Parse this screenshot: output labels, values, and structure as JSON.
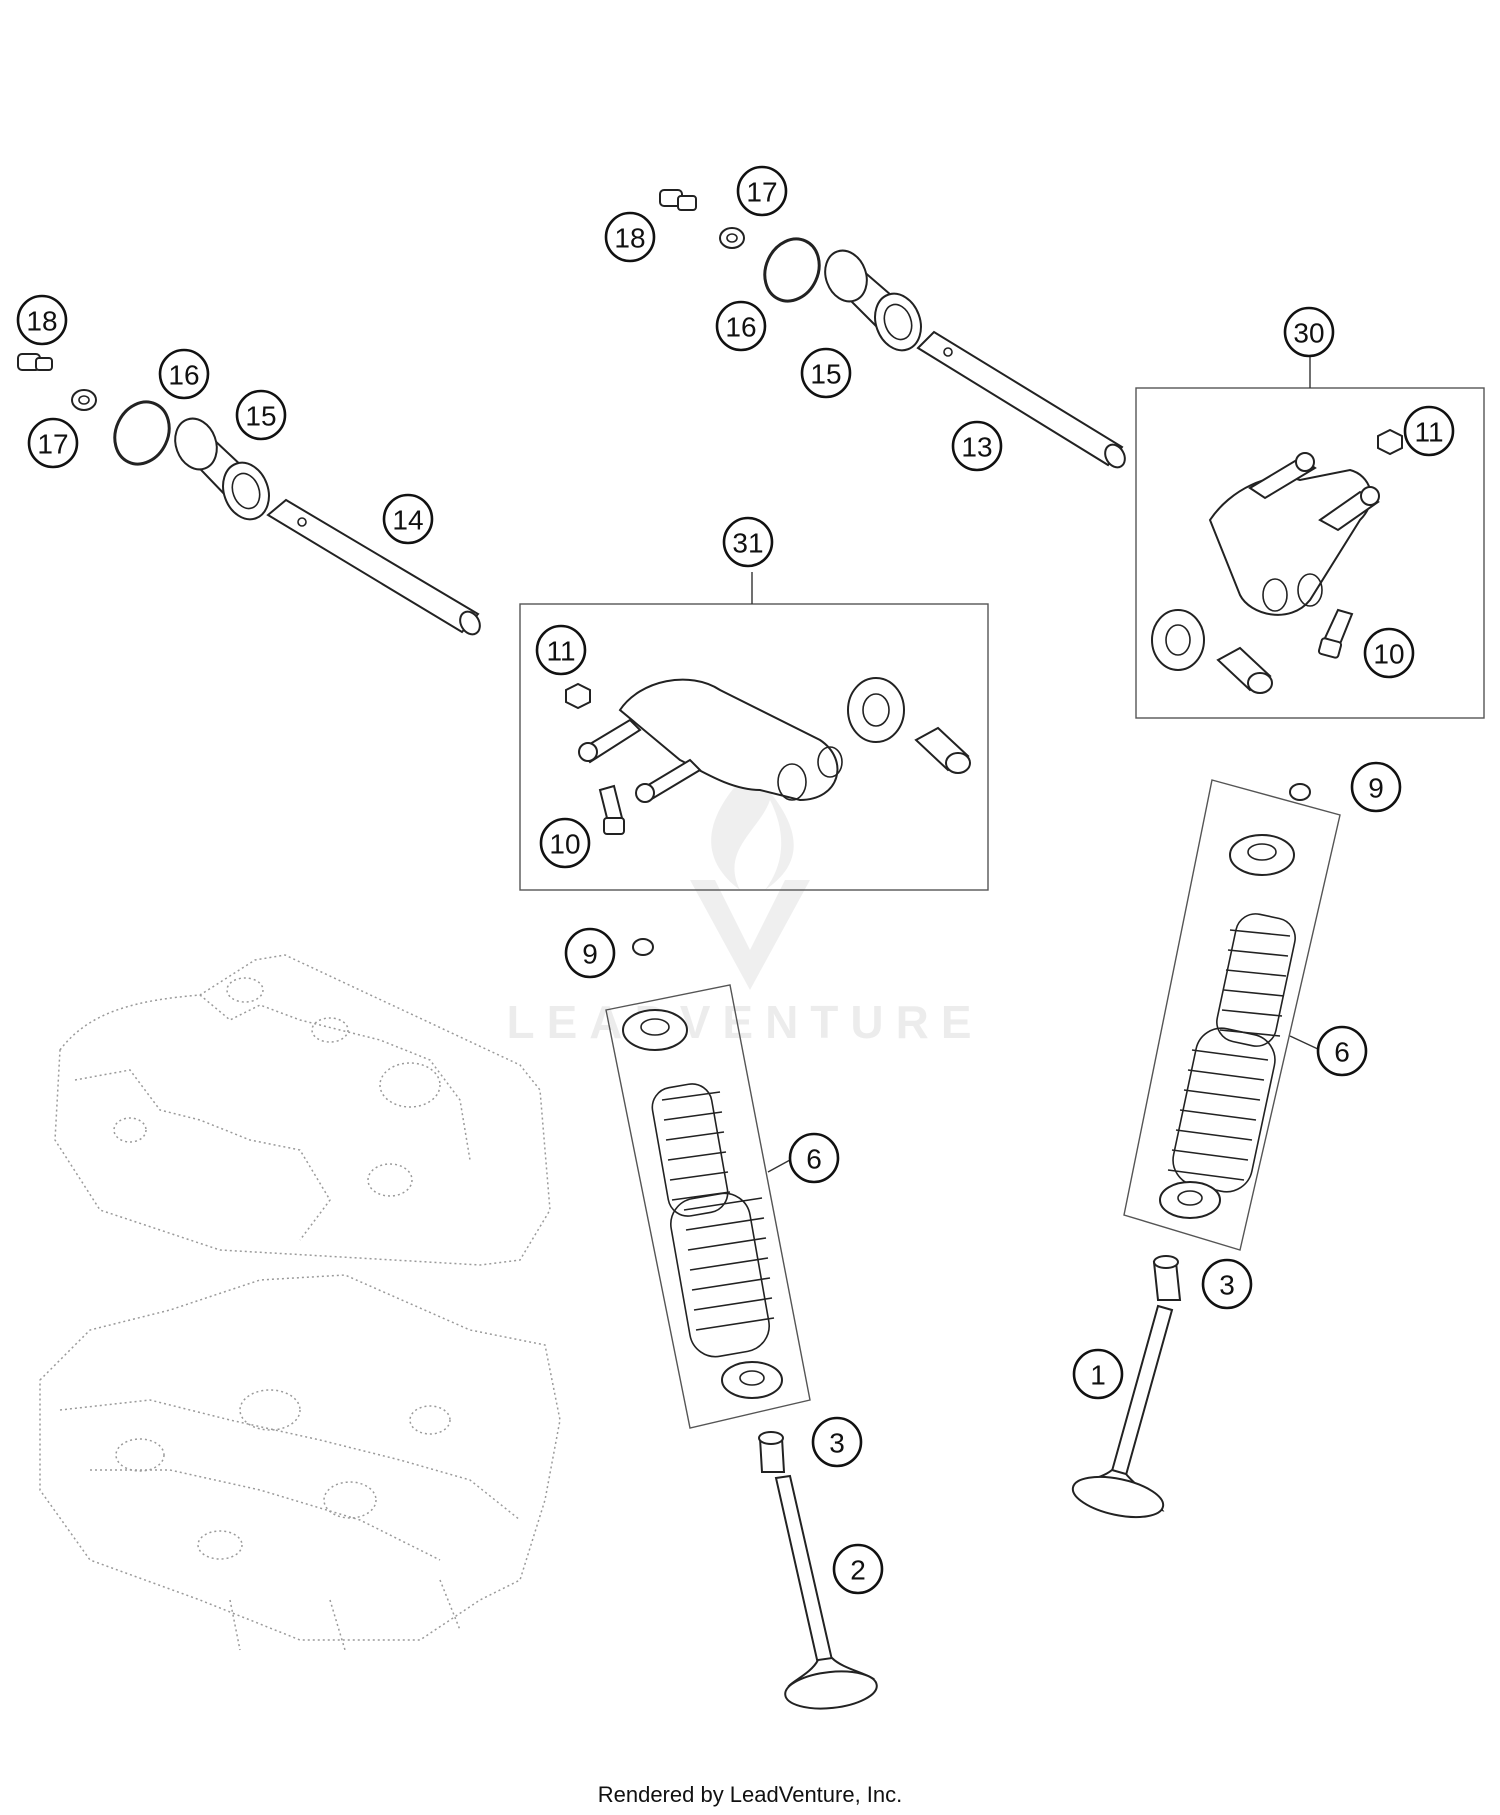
{
  "diagram": {
    "callouts": [
      {
        "id": "c18a",
        "label": "18"
      },
      {
        "id": "c17a",
        "label": "17"
      },
      {
        "id": "c16a",
        "label": "16"
      },
      {
        "id": "c15a",
        "label": "15"
      },
      {
        "id": "c14",
        "label": "14"
      },
      {
        "id": "c17b",
        "label": "17"
      },
      {
        "id": "c18b",
        "label": "18"
      },
      {
        "id": "c16b",
        "label": "16"
      },
      {
        "id": "c15b",
        "label": "15"
      },
      {
        "id": "c13",
        "label": "13"
      },
      {
        "id": "c30",
        "label": "30"
      },
      {
        "id": "c11b",
        "label": "11"
      },
      {
        "id": "c10b",
        "label": "10"
      },
      {
        "id": "c31",
        "label": "31"
      },
      {
        "id": "c11a",
        "label": "11"
      },
      {
        "id": "c10a",
        "label": "10"
      },
      {
        "id": "c9b",
        "label": "9"
      },
      {
        "id": "c6b",
        "label": "6"
      },
      {
        "id": "c3b",
        "label": "3"
      },
      {
        "id": "c1",
        "label": "1"
      },
      {
        "id": "c9a",
        "label": "9"
      },
      {
        "id": "c6a",
        "label": "6"
      },
      {
        "id": "c3a",
        "label": "3"
      },
      {
        "id": "c2",
        "label": "2"
      }
    ]
  },
  "watermark": {
    "text": "LEADVENTURE"
  },
  "footer": {
    "text": "Rendered by LeadVenture, Inc."
  }
}
